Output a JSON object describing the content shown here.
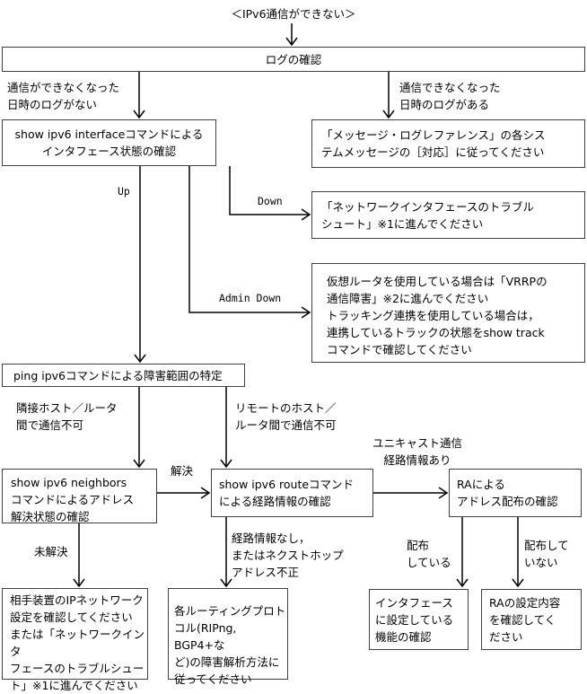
{
  "title": "＜IPv6通信ができない＞",
  "nodes": {
    "log_check": "ログの確認",
    "interface_check": "show ipv6 interfaceコマンドによる\nインタフェース状態の確認",
    "message_ref": "「メッセージ・ログレファレンス」の各シス\nテムメッセージの［対応］に従ってください",
    "nif_troubleshoot": "「ネットワークインタフェースのトラブル\nシュート」※1に進んでください",
    "vrrp_track": "仮想ルータを使用している場合は「VRRPの\n通信障害」※2に進んでください\nトラッキング連携を使用している場合は，\n連携しているトラックの状態をshow track\nコマンドで確認してください",
    "ping_check": "ping ipv6コマンドによる障害範囲の特定",
    "neighbors_check": "show ipv6 neighbors\nコマンドによるアドレス\n解決状態の確認",
    "route_check": "show ipv6 routeコマンド\nによる経路情報の確認",
    "ra_check": "RAによる\nアドレス配布の確認",
    "peer_config": "相手装置のIPネットワーク\n設定を確認してください\nまたは「ネットワークインタ\nフェースのトラブルシュー\nト」※1に進んでください",
    "routing_protocol": "各ルーティングプロト\nコル(RIPng, BGP4+な\nど)の障害解析方法に\n従ってください",
    "iface_function": "インタフェース\nに設定している\n機能の確認",
    "ra_config": "RAの設定内容\nを確認してく\nださい"
  },
  "edges": {
    "no_log": "通信ができなくなった\n日時のログがない",
    "has_log": "通信できなくなった\n日時のログがある",
    "up": "Up",
    "down": "Down",
    "admin_down": "Admin Down",
    "adjacent_fail": "隣接ホスト／ルータ\n間で通信不可",
    "remote_fail": "リモートのホスト／\nルータ間で通信不可",
    "resolved": "解決",
    "unicast_route": "ユニキャスト通信\n経路情報あり",
    "unresolved": "未解決",
    "no_route": "経路情報なし，\nまたはネクストホップ\nアドレス不正",
    "distributing": "配布\nしている",
    "not_distributing": "配布して\nいない"
  }
}
